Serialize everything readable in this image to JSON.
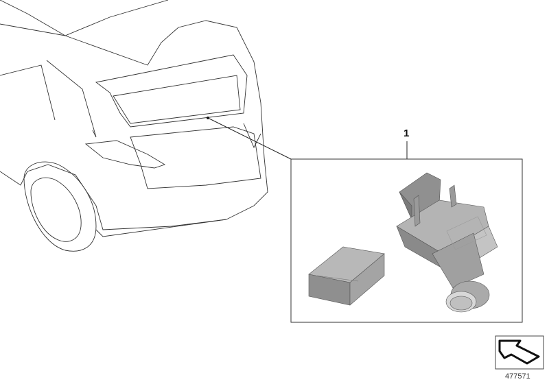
{
  "diagram": {
    "callouts": [
      {
        "label": "1"
      }
    ],
    "image_number": "477571",
    "parts": [
      "vehicle-rear-outline",
      "rear-view-camera",
      "mounting-pad"
    ],
    "colors": {
      "line": "#333333",
      "part_gray": "#9a9a9a"
    }
  }
}
